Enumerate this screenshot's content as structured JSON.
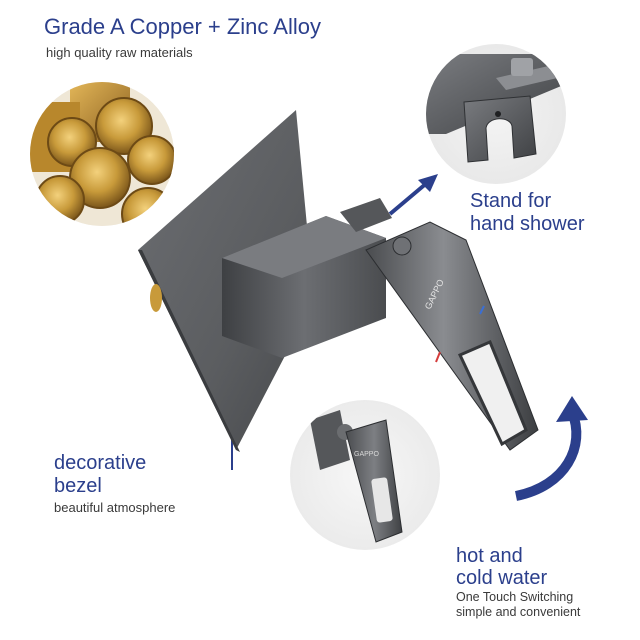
{
  "headline": {
    "title": "Grade A Copper + Zinc Alloy",
    "subtitle": "high quality raw materials"
  },
  "callouts": {
    "stand": {
      "line1": "Stand for",
      "line2": "hand shower"
    },
    "bezel": {
      "line1": "decorative",
      "line2": "bezel",
      "subtitle": "beautiful atmosphere"
    },
    "water": {
      "line1": "hot and",
      "line2": "cold water",
      "sub1": "One Touch Switching",
      "sub2": "simple and convenient"
    }
  },
  "product": {
    "brand": "GAPPO",
    "finish_color": "#5b5d60"
  },
  "colors": {
    "accent": "#2b3f8c",
    "copper": "#c89a3a"
  }
}
